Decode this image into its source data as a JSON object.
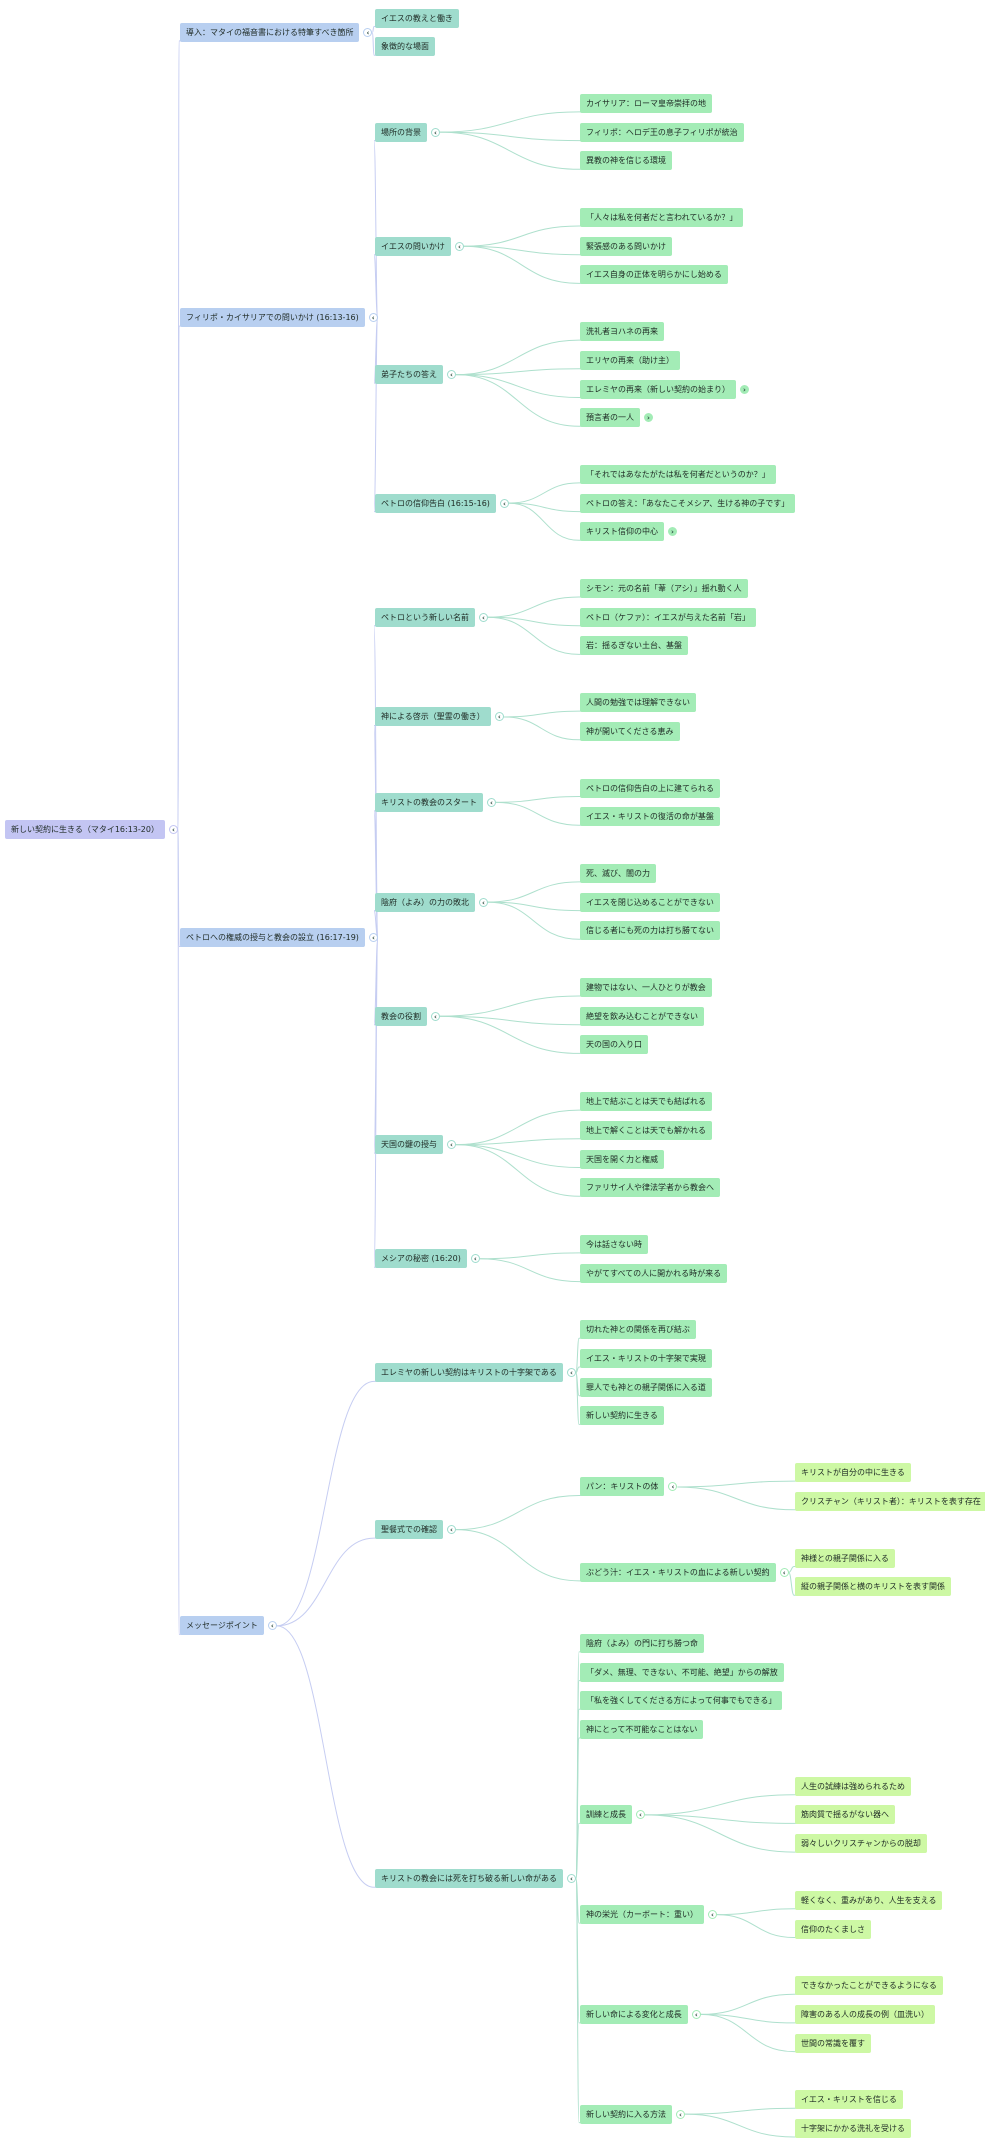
{
  "colors": {
    "depth0": "#c3c5f3",
    "depth1": "#b8cff0",
    "depth2": "#9fdccd",
    "depth3": "#a3ecb6",
    "depth4": "#cdf8a4",
    "edge_upper": "#c6cdf2",
    "edge_lower": "#aee0cd"
  },
  "icons": {
    "collapse": "chevron-left-icon",
    "expand": "chevron-right-icon"
  },
  "mindmap": {
    "label": "新しい契約に生きる（マタイ16:13-20）",
    "children": [
      {
        "label": "導入：マタイの福音書における特筆すべき箇所",
        "children": [
          {
            "label": "イエスの教えと働き"
          },
          {
            "label": "象徴的な場面"
          }
        ]
      },
      {
        "label": "フィリポ・カイサリアでの問いかけ (16:13-16)",
        "children": [
          {
            "label": "場所の背景",
            "children": [
              {
                "label": "カイサリア：ローマ皇帝崇拝の地"
              },
              {
                "label": "フィリポ：ヘロデ王の息子フィリポが統治"
              },
              {
                "label": "異教の神を信じる環境"
              }
            ]
          },
          {
            "label": "イエスの問いかけ",
            "children": [
              {
                "label": "「人々は私を何者だと言われているか？」"
              },
              {
                "label": "緊張感のある問いかけ"
              },
              {
                "label": "イエス自身の正体を明らかにし始める"
              }
            ]
          },
          {
            "label": "弟子たちの答え",
            "children": [
              {
                "label": "洗礼者ヨハネの再来"
              },
              {
                "label": "エリヤの再来（助け主）"
              },
              {
                "label": "エレミヤの再来（新しい契約の始まり）",
                "collapsed": true
              },
              {
                "label": "預言者の一人",
                "collapsed": true
              }
            ]
          },
          {
            "label": "ペトロの信仰告白 (16:15-16)",
            "children": [
              {
                "label": "「それではあなたがたは私を何者だというのか？」"
              },
              {
                "label": "ペトロの答え：「あなたこそメシア、生ける神の子です」"
              },
              {
                "label": "キリスト信仰の中心",
                "collapsed": true
              }
            ]
          }
        ]
      },
      {
        "label": "ペトロへの権威の授与と教会の設立 (16:17-19)",
        "children": [
          {
            "label": "ペトロという新しい名前",
            "children": [
              {
                "label": "シモン：元の名前「葦（アシ）」揺れ動く人"
              },
              {
                "label": "ペトロ（ケファ）：イエスが与えた名前「岩」"
              },
              {
                "label": "岩：揺るぎない土台、基盤"
              }
            ]
          },
          {
            "label": "神による啓示（聖霊の働き）",
            "children": [
              {
                "label": "人間の勉強では理解できない"
              },
              {
                "label": "神が開いてくださる恵み"
              }
            ]
          },
          {
            "label": "キリストの教会のスタート",
            "children": [
              {
                "label": "ペトロの信仰告白の上に建てられる"
              },
              {
                "label": "イエス・キリストの復活の命が基盤"
              }
            ]
          },
          {
            "label": "陰府（よみ）の力の敗北",
            "children": [
              {
                "label": "死、滅び、闇の力"
              },
              {
                "label": "イエスを閉じ込めることができない"
              },
              {
                "label": "信じる者にも死の力は打ち勝てない"
              }
            ]
          },
          {
            "label": "教会の役割",
            "children": [
              {
                "label": "建物ではない、一人ひとりが教会"
              },
              {
                "label": "絶望を飲み込むことができない"
              },
              {
                "label": "天の国の入り口"
              }
            ]
          },
          {
            "label": "天国の鍵の授与",
            "children": [
              {
                "label": "地上で結ぶことは天でも結ばれる"
              },
              {
                "label": "地上で解くことは天でも解かれる"
              },
              {
                "label": "天国を開く力と権威"
              },
              {
                "label": "ファリサイ人や律法学者から教会へ"
              }
            ]
          },
          {
            "label": "メシアの秘密 (16:20)",
            "children": [
              {
                "label": "今は話さない時"
              },
              {
                "label": "やがてすべての人に開かれる時が来る"
              }
            ]
          }
        ]
      },
      {
        "label": "メッセージポイント",
        "children": [
          {
            "label": "エレミヤの新しい契約はキリストの十字架である",
            "children": [
              {
                "label": "切れた神との関係を再び結ぶ"
              },
              {
                "label": "イエス・キリストの十字架で実現"
              },
              {
                "label": "罪人でも神との親子関係に入る道"
              },
              {
                "label": "新しい契約に生きる"
              }
            ]
          },
          {
            "label": "聖餐式での確認",
            "children": [
              {
                "label": "パン：キリストの体",
                "children": [
                  {
                    "label": "キリストが自分の中に生きる"
                  },
                  {
                    "label": "クリスチャン（キリスト者）：キリストを表す存在"
                  }
                ]
              },
              {
                "label": "ぶどう汁：イエス・キリストの血による新しい契約",
                "children": [
                  {
                    "label": "神様との親子関係に入る"
                  },
                  {
                    "label": "縦の親子関係と横のキリストを表す関係"
                  }
                ]
              }
            ]
          },
          {
            "label": "キリストの教会には死を打ち破る新しい命がある",
            "children": [
              {
                "label": "陰府（よみ）の門に打ち勝つ命"
              },
              {
                "label": "「ダメ、無理、できない、不可能、絶望」からの解放"
              },
              {
                "label": "「私を強くしてくださる方によって何事でもできる」"
              },
              {
                "label": "神にとって不可能なことはない"
              },
              {
                "label": "訓練と成長",
                "children": [
                  {
                    "label": "人生の試練は強められるため"
                  },
                  {
                    "label": "筋肉質で揺るがない器へ"
                  },
                  {
                    "label": "弱々しいクリスチャンからの脱却"
                  }
                ]
              },
              {
                "label": "神の栄光（カーボート：重い）",
                "children": [
                  {
                    "label": "軽くなく、重みがあり、人生を支える"
                  },
                  {
                    "label": "信仰のたくましさ"
                  }
                ]
              },
              {
                "label": "新しい命による変化と成長",
                "children": [
                  {
                    "label": "できなかったことができるようになる"
                  },
                  {
                    "label": "障害のある人の成長の例（皿洗い）"
                  },
                  {
                    "label": "世間の常識を覆す"
                  }
                ]
              },
              {
                "label": "新しい契約に入る方法",
                "children": [
                  {
                    "label": "イエス・キリストを信じる"
                  },
                  {
                    "label": "十字架にかかる洗礼を受ける"
                  }
                ]
              }
            ]
          }
        ]
      }
    ]
  }
}
